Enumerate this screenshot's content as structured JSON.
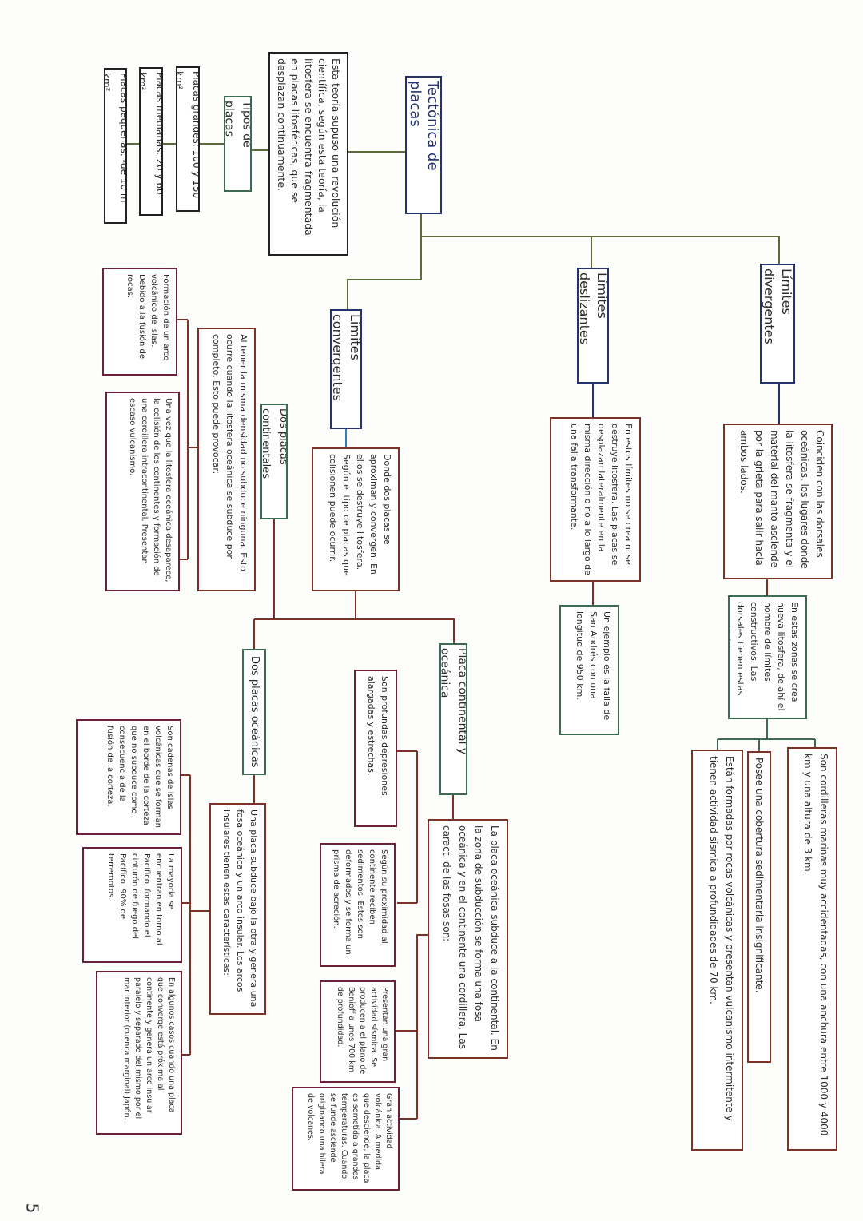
{
  "title": "Tectónica de placas",
  "theory": "Esta teoría supuso una revolución científica, según esta teoría, la litosfera se encuentra fragmentada en placas litosféricas, que se desplazan continuamente.",
  "types": {
    "heading": "Tipos de placas",
    "large": "Placas grandes: 100 y 150 km²",
    "medium": "Placas medianas: 20 y 60 km²",
    "small": "Placas pequeñas: -de 10 m km²"
  },
  "divergent": {
    "heading": "Límites divergentes",
    "desc": "Coinciden con las dorsales oceánicas, los lugares donde la litosfera se fragmenta y el material del manto asciende por la grieta para salir hacia ambos lados.",
    "detail": "En estas zonas se crea nueva litosfera, de ahí el nombre de límites constructivos. Las dorsales tienen estas características:",
    "chars": [
      "Son cordilleras marinas muy accidentadas, con una anchura entre 1000 y 4000 km y una altura de 3 km.",
      "Posee una cobertura sedimentaria insignificante.",
      "Están formadas por rocas volcánicas y presentan vulcanismo intermitente y tienen actividad sísmica a profundidades de 70 km."
    ]
  },
  "transform": {
    "heading": "Límites deslizantes",
    "desc": "En estos límites no se crea ni se destruye litosfera. Las placas se desplazan lateralmente en la misma dirección o no a lo largo de una falla transformante.",
    "example": "Un ejemplo es la falla de San Andrés con una longitud de 950 km."
  },
  "convergent": {
    "heading": "Límites convergentes",
    "desc": "Donde dos placas se aproximan y convergen. En ellos se destruye litosfera. Según el tipo de placas que colisionen puede ocurrir.",
    "continental": {
      "heading": "Dos placas continentales",
      "desc": "Al tener la misma densidad no subduce ninguna. Esto ocurre cuando la litosfera oceánica se subduce por completo. Esto puede provocar:",
      "items": [
        "Formación de un arco volcánico de islas. Debido a la fusión de rocas.",
        "Una vez que la litosfera oceánica desaparece, la colisión de los continentes y formación de una cordillera intracontinental. Presentan escaso vulcanismo."
      ]
    },
    "mixed": {
      "heading": "Placa continental y oceánica",
      "desc": "La placa oceánica subduce a la continental. En la zona de subducción se forma una fosa oceánica y en el continente una cordillera. Las caract. de las fosas son:",
      "items": [
        "Son profundas depresiones alargadas y estrechas.",
        "Según su proximidad al continente reciben sedimentos. Estos son deformados y se forma un prisma de acreción.",
        "Presentan una gran actividad sísmica. Se producen a el plano de Benioff a unos 700 km de profundidad.",
        "Gran actividad volcánica. A medida que desciende, la placa es sometida a grandes temperaturas. Cuando se funde asciende originando una hilera de volcanes."
      ]
    },
    "oceanic": {
      "heading": "Dos placas oceánicas",
      "desc": "Una placa subduce bajo la otra y genera una fosa oceánica y un arco insular. Los arcos insulares tienen estas características:",
      "items": [
        "Son cadenas de islas volcánicas que se forman en el borde de la corteza que no subduce como consecuencia de la fusión de la corteza.",
        "La mayoría se encuentran en torno al Pacífico, formando el cinturón de fuego del Pacífico. 90% de terremotos.",
        "En algunos casos cuando una placa que converge está próxima al continente y genera un arco insular paralelo y separado del mismo por el mar interior (cuenca marginal) Japón."
      ]
    }
  },
  "page_number": "5",
  "colors": {
    "heading": "#24336e",
    "green": "#3d6a52",
    "brown": "#7a3326",
    "line": "#5b6b3c"
  }
}
